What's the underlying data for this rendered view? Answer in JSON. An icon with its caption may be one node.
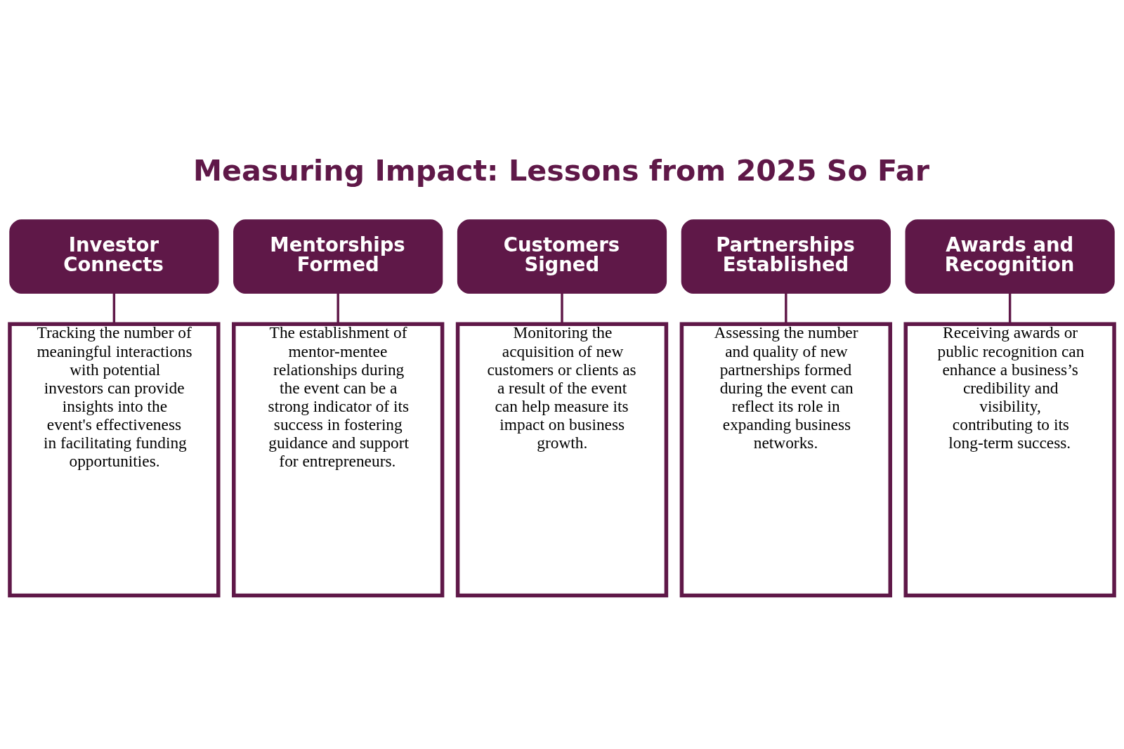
{
  "diagram": {
    "title": "Measuring Impact: Lessons from 2025 So Far",
    "nodes": [
      {
        "text": [
          "Investor Connects"
        ]
      },
      {
        "text": [
          "Tracking the number of meaningful interactions with potential investors can provide insights into the event's effectiveness in facilitating funding opportunities."
        ]
      },
      {
        "text": [
          "Mentorships Formed"
        ]
      },
      {
        "text": [
          "The establishment of mentor-mentee relationships during the event can be a strong indicator of its success in fostering guidance and support for entrepreneurs."
        ]
      },
      {
        "text": [
          "Customers Signed"
        ]
      },
      {
        "text": [
          "Monitoring the acquisition of new customers or clients as a result of the event can help measure its impact on business growth."
        ]
      },
      {
        "text": [
          "Partnerships Established"
        ]
      },
      {
        "text": [
          "Assessing the number and quality of new partnerships formed during the event can reflect its role in expanding business networks."
        ]
      },
      {
        "text": [
          "Awards and Recognition"
        ]
      },
      {
        "text": [
          "Receiving awards or public recognition can enhance a business’s credibility and visibility, contributing to its long-term success."
        ]
      }
    ],
    "edges": [
      {
        "from": 0,
        "to": 1,
        "arrow": "none"
      },
      {
        "from": 2,
        "to": 3,
        "arrow": "none"
      },
      {
        "from": 4,
        "to": 5,
        "arrow": "none"
      },
      {
        "from": 6,
        "to": 7,
        "arrow": "none"
      },
      {
        "from": 8,
        "to": 9,
        "arrow": "none"
      }
    ]
  }
}
